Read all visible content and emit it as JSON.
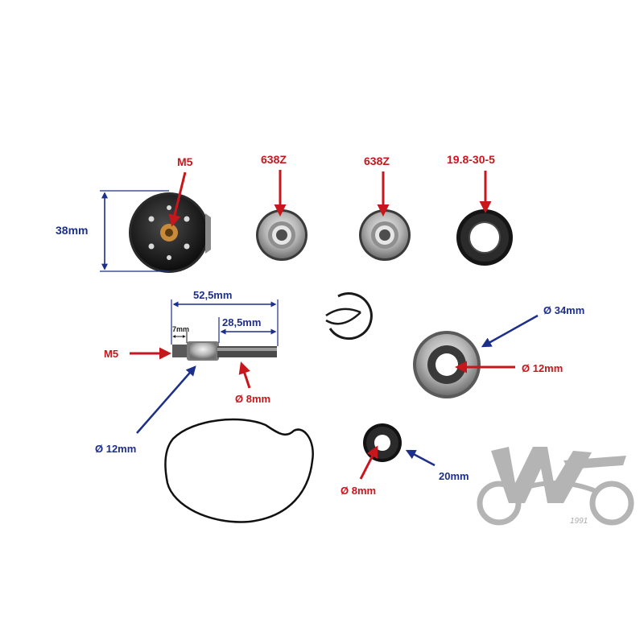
{
  "colors": {
    "label_red": "#c8161d",
    "label_blue": "#1d2f8c",
    "part_black": "#1c1c1c",
    "bearing_silver": "#b9b9b9",
    "logo_grey": "#a8a8a8"
  },
  "labels": {
    "impeller_thread": "M5",
    "impeller_height": "38mm",
    "bearing_1": "638Z",
    "bearing_2": "638Z",
    "seal_size": "19.8-30-5",
    "shaft_length": "52,5mm",
    "shaft_section": "28,5mm",
    "shaft_step": "7mm",
    "shaft_thread": "M5",
    "shaft_small_dia": "Ø 8mm",
    "shaft_large_dia": "Ø 12mm",
    "mech_seal_outer": "Ø 34mm",
    "mech_seal_inner": "Ø 12mm",
    "small_seal_inner": "Ø 8mm",
    "small_seal_outer": "20mm"
  },
  "logo": {
    "year": "1991"
  }
}
